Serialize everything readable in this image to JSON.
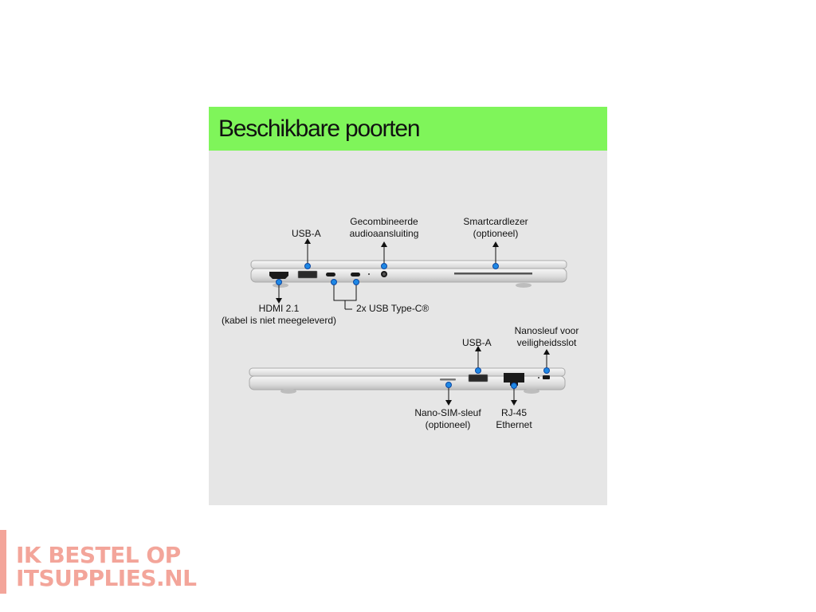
{
  "header": {
    "title": "Beschikbare poorten"
  },
  "top_view": {
    "labels": {
      "usb_a": "USB-A",
      "audio_line1": "Gecombineerde",
      "audio_line2": "audioaansluiting",
      "smartcard_line1": "Smartcardlezer",
      "smartcard_line2": "(optioneel)",
      "hdmi_line1": "HDMI 2.1",
      "hdmi_line2": "(kabel is niet meegeleverd)",
      "usb_c": "2x USB Type-C®"
    }
  },
  "bottom_view": {
    "labels": {
      "usb_a": "USB-A",
      "lock_line1": "Nanosleuf voor",
      "lock_line2": "veiligheidsslot",
      "sim_line1": "Nano-SIM-sleuf",
      "sim_line2": "(optioneel)",
      "rj45_line1": "RJ-45",
      "rj45_line2": "Ethernet"
    }
  },
  "logo": {
    "line1": "IK BESTEL OP",
    "line2": "ITSUPPLIES.NL"
  },
  "colors": {
    "header_bg": "#7ff55a",
    "card_bg": "#e6e6e6",
    "marker": "#1e88e5",
    "logo": "#f3a59a"
  }
}
